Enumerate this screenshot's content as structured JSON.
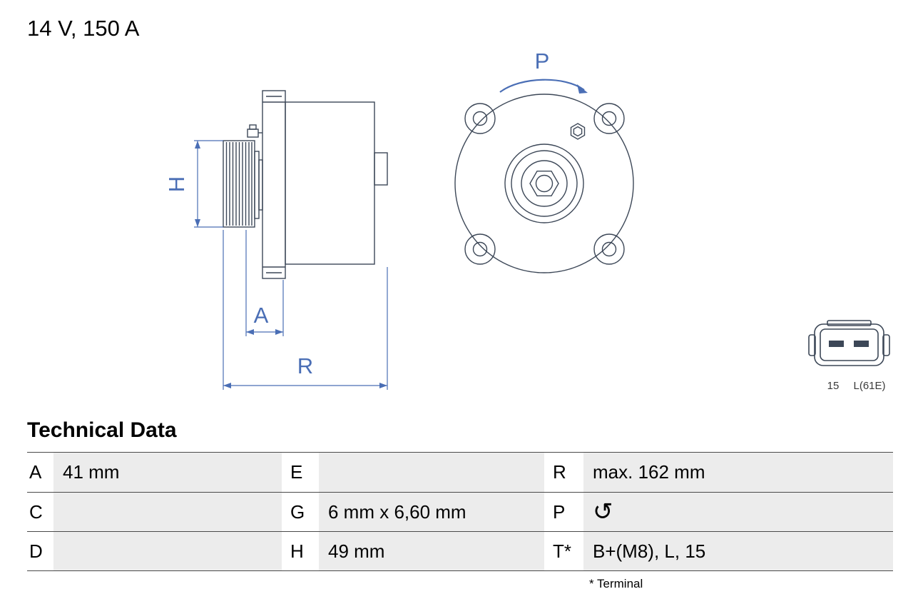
{
  "header": {
    "rating": "14 V, 150 A"
  },
  "diagram": {
    "dimension_labels": {
      "h": "H",
      "a": "A",
      "r": "R"
    },
    "rotation_label": "P",
    "connector_labels": {
      "pin1": "15",
      "pin2": "L(61E)"
    }
  },
  "technical_data": {
    "title": "Technical Data",
    "rows": [
      {
        "c1": {
          "label": "A",
          "value": "41 mm"
        },
        "c2": {
          "label": "E",
          "value": ""
        },
        "c3": {
          "label": "R",
          "value": "max. 162 mm"
        }
      },
      {
        "c1": {
          "label": "C",
          "value": ""
        },
        "c2": {
          "label": "G",
          "value": "6 mm x 6,60 mm"
        },
        "c3": {
          "label": "P",
          "value": "↺"
        }
      },
      {
        "c1": {
          "label": "D",
          "value": ""
        },
        "c2": {
          "label": "H",
          "value": "49 mm"
        },
        "c3": {
          "label": "T*",
          "value": "B+(M8), L, 15"
        }
      }
    ],
    "footnote": "* Terminal"
  },
  "colors": {
    "dimension_blue": "#4a6eb5",
    "drawing_line": "#3c4757",
    "value_cell_gray": "#ececec"
  }
}
